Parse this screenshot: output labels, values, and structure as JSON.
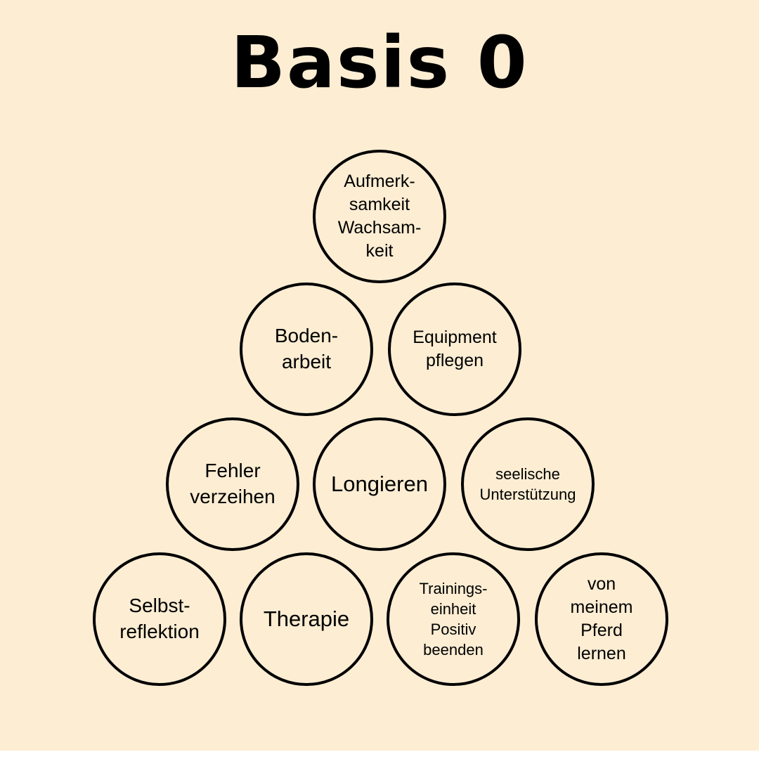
{
  "title": "Basis 0",
  "colors": {
    "background": "#FCEDD3",
    "circle_border": "#000000",
    "text": "#000000"
  },
  "circles": [
    {
      "id": "attention",
      "lines": [
        "Aufmerk-",
        "samkeit",
        "Wachsam-",
        "keit"
      ]
    },
    {
      "id": "groundwork",
      "lines": [
        "Boden-",
        "arbeit"
      ]
    },
    {
      "id": "equipment",
      "lines": [
        "Equipment",
        "pflegen"
      ]
    },
    {
      "id": "forgive-mistakes",
      "lines": [
        "Fehler",
        "verzeihen"
      ]
    },
    {
      "id": "lunging",
      "lines": [
        "Longieren"
      ]
    },
    {
      "id": "mental-support",
      "lines": [
        "seelische",
        "Unterstützung"
      ]
    },
    {
      "id": "self-reflection",
      "lines": [
        "Selbst-",
        "reflektion"
      ]
    },
    {
      "id": "therapy",
      "lines": [
        "Therapie"
      ]
    },
    {
      "id": "end-positive",
      "lines": [
        "Trainings-",
        "einheit",
        "Positiv",
        "beenden"
      ]
    },
    {
      "id": "learn-from-horse",
      "lines": [
        "von",
        "meinem",
        "Pferd",
        "lernen"
      ]
    }
  ]
}
